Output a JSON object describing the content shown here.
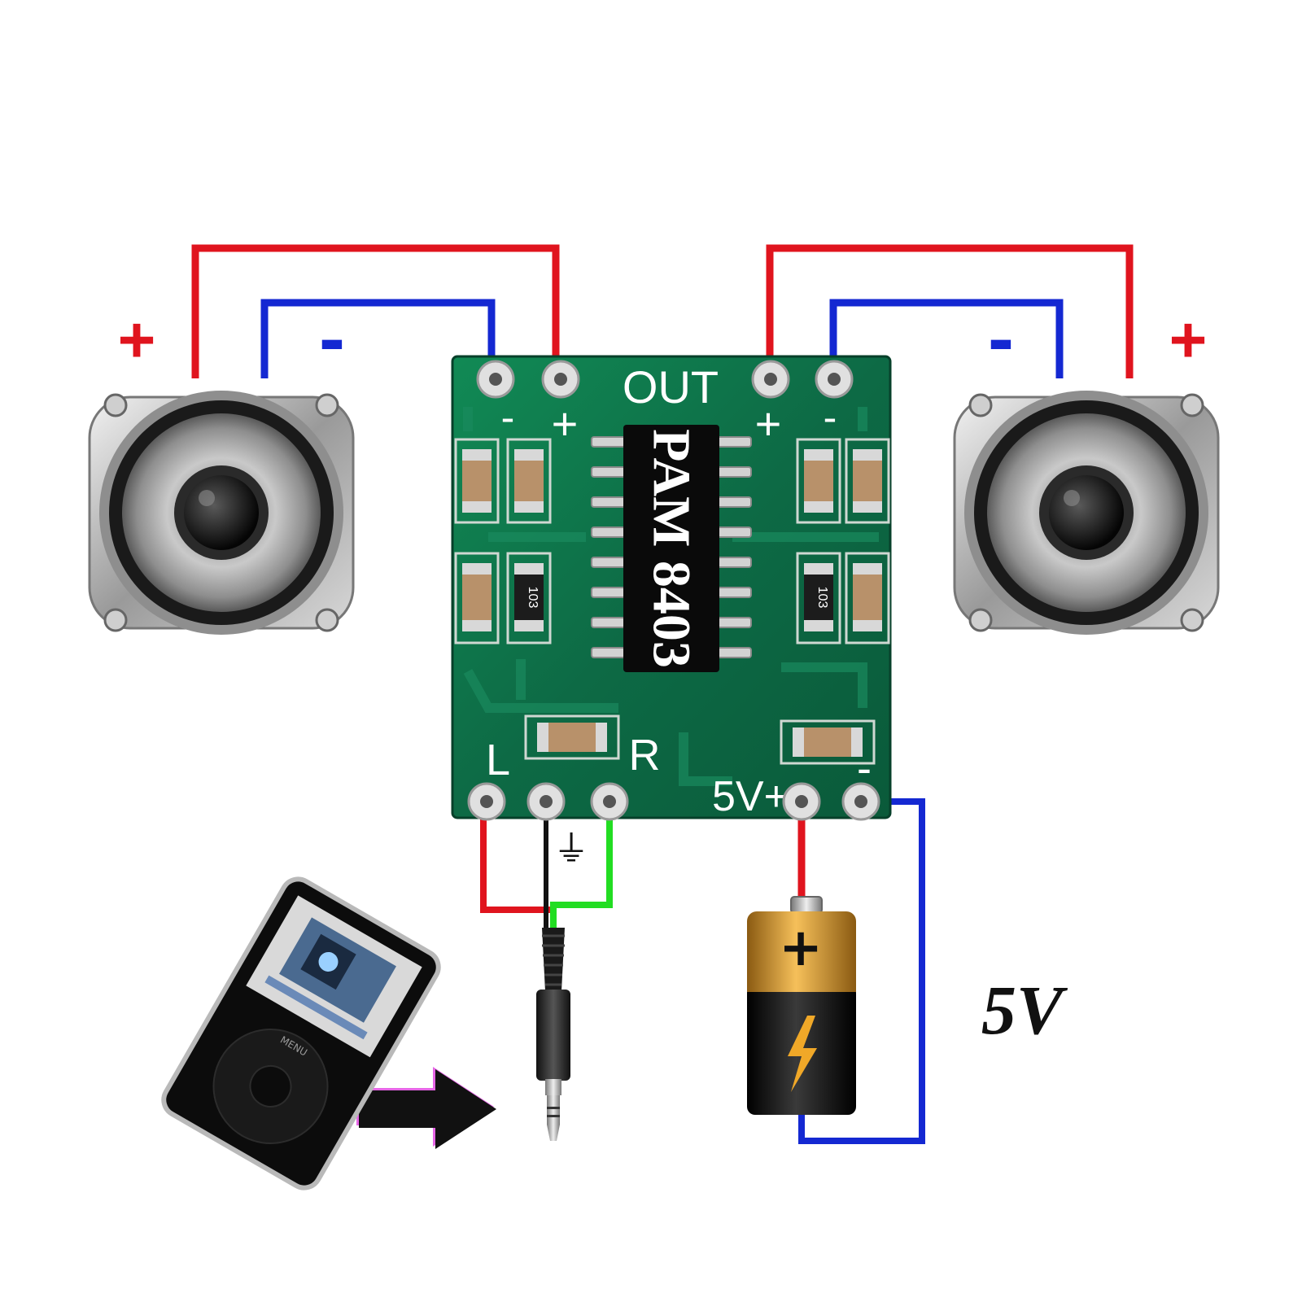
{
  "speaker_left": {
    "plus_label": "+",
    "minus_label": "-"
  },
  "speaker_right": {
    "plus_label": "+",
    "minus_label": "-"
  },
  "board": {
    "out_label": "OUT",
    "out_left_minus": "-",
    "out_left_plus": "+",
    "out_right_plus": "+",
    "out_right_minus": "-",
    "chip_label": "PAM 8403",
    "resistor_code": "103",
    "input_left_label": "L",
    "input_right_label": "R",
    "power_label": "5V+",
    "power_minus_label": "-"
  },
  "ground_symbol": "⏚",
  "battery": {
    "plus_symbol": "+"
  },
  "voltage_label": "5V",
  "player": {
    "menu_label": "MENU"
  },
  "colors": {
    "positive_wire": "#e0141e",
    "negative_wire": "#1428d2",
    "right_channel_wire": "#22dd22",
    "ground_wire": "#111111",
    "pcb": "#0d6a45"
  },
  "icons": [
    "speaker-icon",
    "audio-jack-icon",
    "battery-icon",
    "media-player-icon",
    "arrow-right-icon",
    "ground-icon",
    "lightning-icon"
  ]
}
